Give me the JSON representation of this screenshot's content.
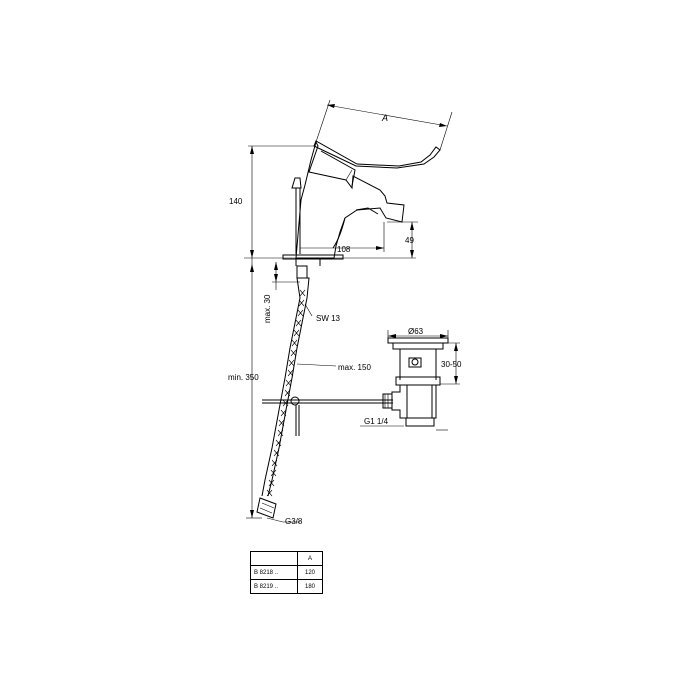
{
  "labels": {
    "dim_a": "A",
    "dim_140": "140",
    "dim_49": "49",
    "dim_108": "108",
    "dim_max30": "max. 30",
    "sw13": "SW 13",
    "min350": "min. 350",
    "max150": "max. 150",
    "d63": "Ø63",
    "range3050": "30-50",
    "g114": "G1 1/4",
    "g38": "G3/8"
  },
  "table": {
    "header": [
      "",
      "A"
    ],
    "rows": [
      [
        "B 8218 ..",
        "120"
      ],
      [
        "B 8219 ..",
        "180"
      ]
    ]
  }
}
